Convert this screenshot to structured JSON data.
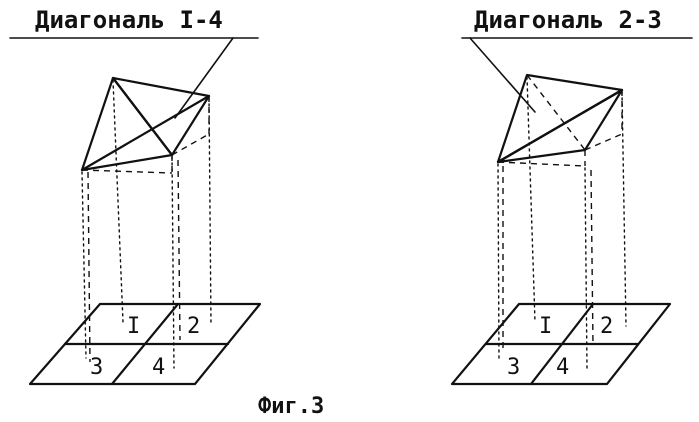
{
  "figure": {
    "caption": "Фиг.3",
    "left": {
      "title": "Диагональ I-4",
      "cells": [
        "I",
        "2",
        "3",
        "4"
      ]
    },
    "right": {
      "title": "Диагональ 2-3",
      "cells": [
        "I",
        "2",
        "3",
        "4"
      ]
    }
  },
  "colors": {
    "ink": "#111111",
    "background": "#ffffff"
  }
}
